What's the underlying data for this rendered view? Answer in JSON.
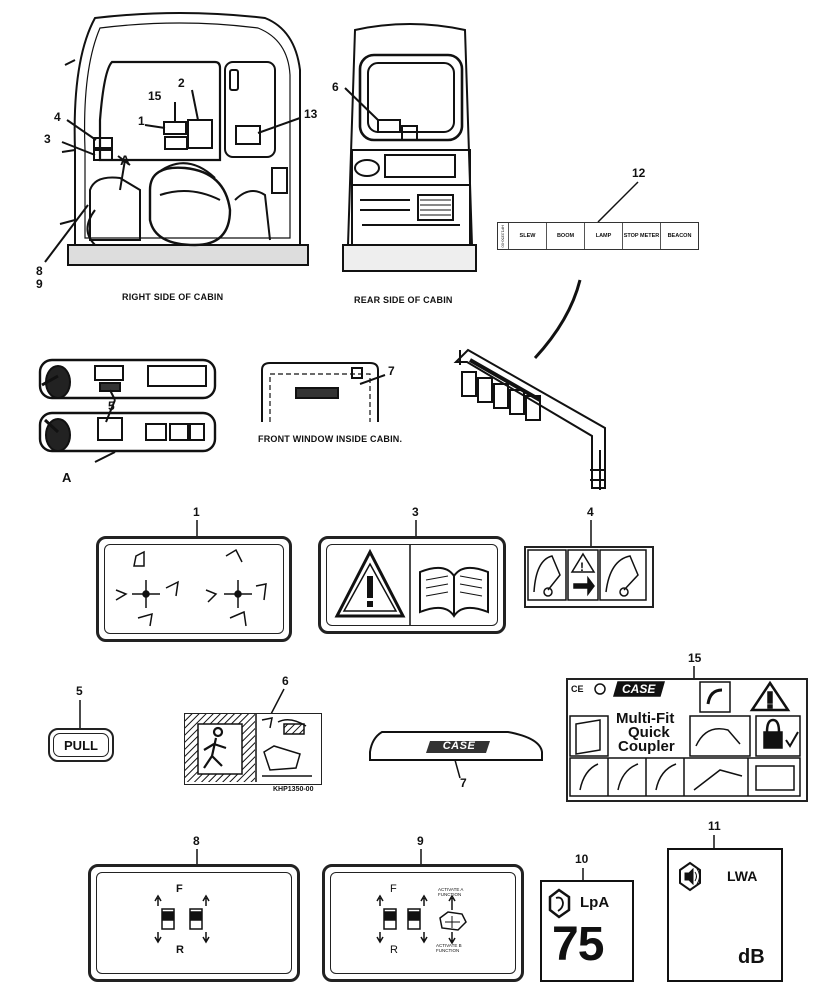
{
  "views": {
    "right_side_caption": "RIGHT SIDE OF CABIN",
    "rear_side_caption": "REAR SIDE OF CABIN",
    "front_window_caption": "FRONT WINDOW INSIDE CABIN.",
    "detail_label": "A",
    "detail_callout": "A"
  },
  "callouts": {
    "n1": "1",
    "n2": "2",
    "n3": "3",
    "n4": "4",
    "n5": "5",
    "n6": "6",
    "n7": "7",
    "n8": "8",
    "n9": "9",
    "n10": "10",
    "n11": "11",
    "n12": "12",
    "n13": "13",
    "n15": "15"
  },
  "strip_12": {
    "side_code": "HP13350-00",
    "cells": [
      "SLEW",
      "BOOM",
      "LAMP",
      "STOP METER",
      "BEACON"
    ]
  },
  "decals": {
    "d1_num": "1",
    "d3_num": "3",
    "d4_num": "4",
    "d5_num": "5",
    "d6_num": "6",
    "d7_num": "7",
    "d8_num": "8",
    "d9_num": "9",
    "d10_num": "10",
    "d11_num": "11",
    "d15_num": "15",
    "pull_label": "PULL",
    "d6_code": "KHP1350-00",
    "case_logo": "CASE",
    "d15_brand": "CASE",
    "d15_title_1": "Multi-Fit",
    "d15_title_2": "Quick",
    "d15_title_3": "Coupler",
    "d15_marks": "CE",
    "d8_f": "F",
    "d8_r": "R",
    "d9_f": "F",
    "d9_r": "R",
    "d9_activate_a": "ACTIVATE A FUNCTION",
    "d9_activate_b": "ACTIVATE B FUNCTION",
    "d10_symbol": "LpA",
    "d10_value": "75",
    "d11_symbol": "LWA",
    "d11_unit": "dB"
  }
}
